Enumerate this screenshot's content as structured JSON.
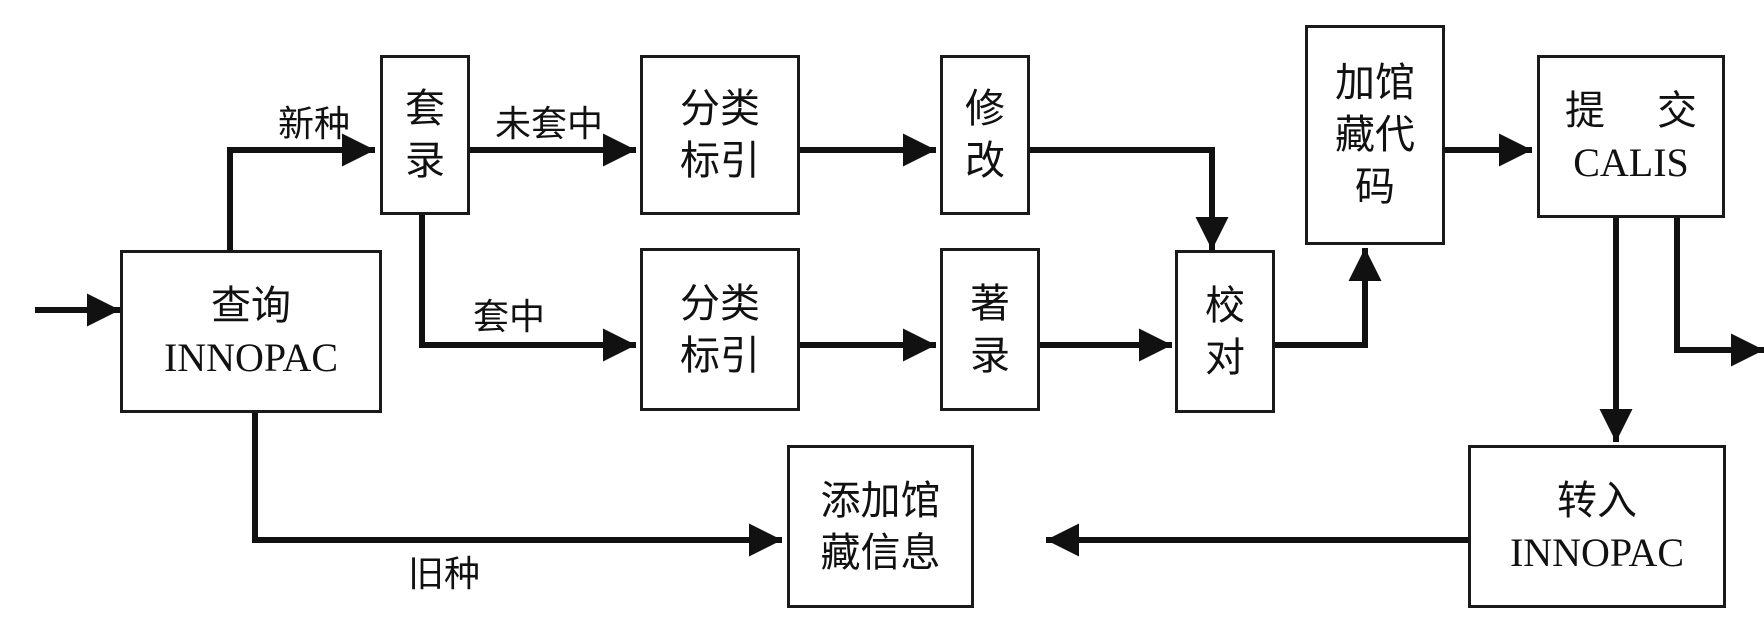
{
  "nodes": {
    "query": {
      "line1": "查询",
      "line2": "INNOPAC"
    },
    "taolu": {
      "line1": "套",
      "line2": "录"
    },
    "classify_top": {
      "line1": "分类",
      "line2": "标引"
    },
    "modify": {
      "line1": "修",
      "line2": "改"
    },
    "add_code": {
      "line1": "加馆",
      "line2": "藏代",
      "line3": "码"
    },
    "submit": {
      "line1a": "提",
      "line1b": "交",
      "line2": "CALIS"
    },
    "classify_bottom": {
      "line1": "分类",
      "line2": "标引"
    },
    "catalog": {
      "line1": "著",
      "line2": "录"
    },
    "proofread": {
      "line1": "校",
      "line2": "对"
    },
    "add_info": {
      "line1": "添加馆",
      "line2": "藏信息"
    },
    "import": {
      "line1": "转入",
      "line2": "INNOPAC"
    }
  },
  "edge_labels": {
    "new": "新种",
    "unmatched": "未套中",
    "matched": "套中",
    "old": "旧种"
  }
}
